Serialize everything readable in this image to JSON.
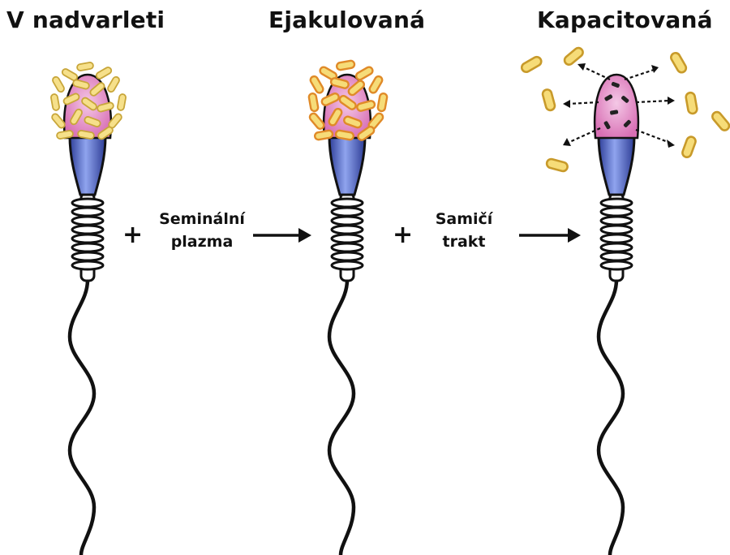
{
  "stages": [
    {
      "title": "V nadvarleti"
    },
    {
      "title": "Ejakulovaná"
    },
    {
      "title": "Kapacitovaná"
    }
  ],
  "transitions": [
    {
      "operator": "+",
      "label_line1": "Seminální",
      "label_line2": "plazma"
    },
    {
      "operator": "+",
      "label_line1": "Samičí",
      "label_line2": "trakt"
    }
  ],
  "colors": {
    "acrosome_pink": "#e48cc4",
    "coating_yellow": "#f6e08a",
    "coating_orange": "#e89a35",
    "midpiece_blue": "#4b63c8",
    "outline": "#111111"
  }
}
